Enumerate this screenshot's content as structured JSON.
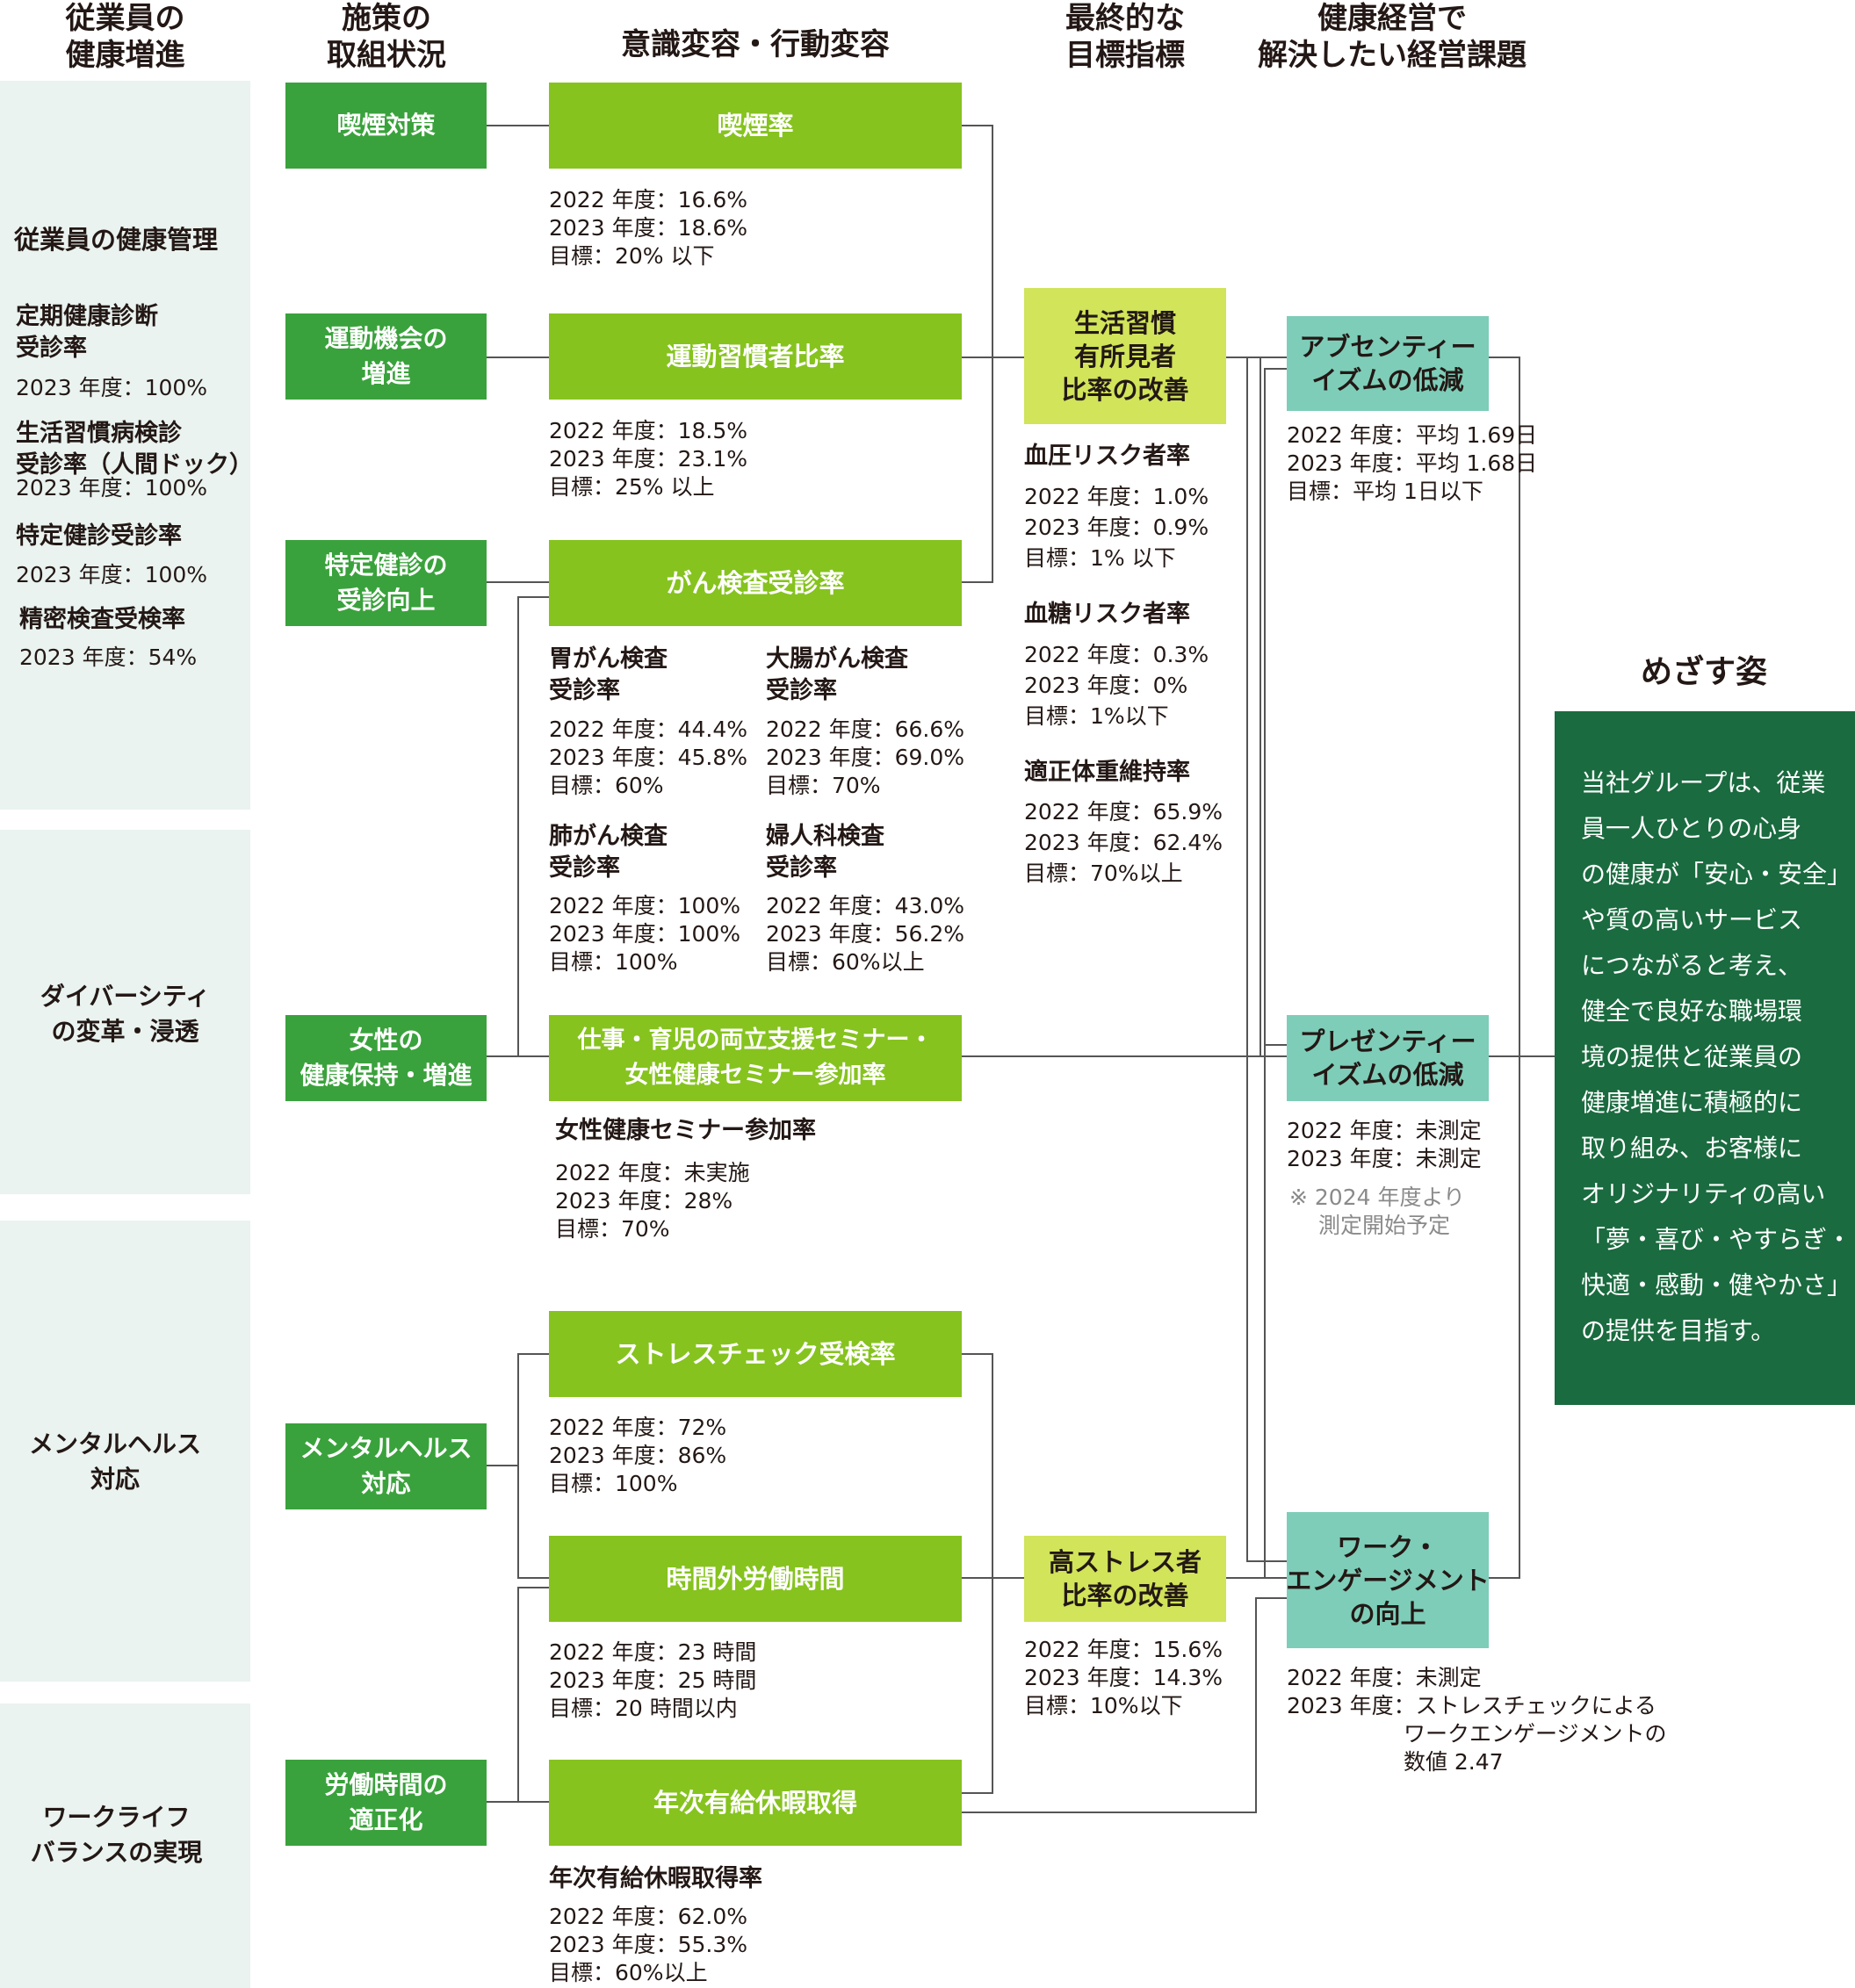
{
  "headers": {
    "employee": "従業員の\n健康増進",
    "measures": "施策の\n取組状況",
    "awareness": "意識変容・行動変容",
    "final": "最終的な\n目標指標",
    "issues": "健康経営で\n解決したい経営課題"
  },
  "left": {
    "band1": {
      "title": "従業員の健康管理",
      "items": [
        {
          "label": "定期健康診断\n受診率",
          "value": "2023 年度：100%"
        },
        {
          "label": "生活習慣病検診\n受診率（人間ドック）",
          "value": "2023 年度：100%"
        },
        {
          "label": "特定健診受診率",
          "value": "2023 年度：100%"
        },
        {
          "label": "精密検査受検率",
          "value": "2023 年度：54%"
        }
      ]
    },
    "band2": "ダイバーシティ\nの変革・浸透",
    "band3": "メンタルヘルス\n対応",
    "band4": "ワークライフ\nバランスの実現"
  },
  "measures": {
    "smoking": "喫煙対策",
    "exercise": "運動機会の\n増進",
    "checkup": "特定健診の\n受診向上",
    "women": "女性の\n健康保持・増進",
    "mental": "メンタルヘルス\n対応",
    "worktime": "労働時間の\n適正化"
  },
  "awareness": {
    "smoking_rate": {
      "title": "喫煙率",
      "stats": "2022 年度：16.6%\n2023 年度：18.6%\n目標：20% 以下"
    },
    "exercise_rate": {
      "title": "運動習慣者比率",
      "stats": "2022 年度：18.5%\n2023 年度：23.1%\n目標：25% 以上"
    },
    "cancer": {
      "title": "がん検査受診率",
      "items": [
        {
          "label": "胃がん検査\n受診率",
          "stats": "2022 年度：44.4%\n2023 年度：45.8%\n目標：60%"
        },
        {
          "label": "大腸がん検査\n受診率",
          "stats": "2022 年度：66.6%\n2023 年度：69.0%\n目標：70%"
        },
        {
          "label": "肺がん検査\n受診率",
          "stats": "2022 年度：100%\n2023 年度：100%\n目標：100%"
        },
        {
          "label": "婦人科検査\n受診率",
          "stats": "2022 年度：43.0%\n2023 年度：56.2%\n目標：60%以上"
        }
      ]
    },
    "seminar": {
      "title": "仕事・育児の両立支援セミナー・\n女性健康セミナー参加率",
      "sub": "女性健康セミナー参加率",
      "stats": "2022 年度：未実施\n2023 年度：28%\n目標：70%"
    },
    "stress_check": {
      "title": "ストレスチェック受検率",
      "stats": "2022 年度：72%\n2023 年度：86%\n目標：100%"
    },
    "overtime": {
      "title": "時間外労働時間",
      "stats": "2022 年度：23 時間\n2023 年度：25 時間\n目標：20 時間以内"
    },
    "leave": {
      "title": "年次有給休暇取得",
      "sub": "年次有給休暇取得率",
      "stats": "2022 年度：62.0%\n2023 年度：55.3%\n目標：60%以上"
    }
  },
  "final": {
    "lifestyle": {
      "title": "生活習慣\n有所見者\n比率の改善",
      "items": [
        {
          "label": "血圧リスク者率",
          "stats": "2022 年度：1.0%\n2023 年度：0.9%\n目標：1% 以下"
        },
        {
          "label": "血糖リスク者率",
          "stats": "2022 年度：0.3%\n2023 年度：0%\n目標：1%以下"
        },
        {
          "label": "適正体重維持率",
          "stats": "2022 年度：65.9%\n2023 年度：62.4%\n目標：70%以上"
        }
      ]
    },
    "stress": {
      "title": "高ストレス者\n比率の改善",
      "stats": "2022 年度：15.6%\n2023 年度：14.3%\n目標：10%以下"
    }
  },
  "issues": {
    "absenteeism": {
      "title": "アブセンティー\nイズムの低減",
      "stats": "2022 年度：平均 1.69日\n2023 年度：平均 1.68日\n目標：平均 1日以下"
    },
    "presenteeism": {
      "title": "プレゼンティー\nイズムの低減",
      "stats": "2022 年度：未測定\n2023 年度：未測定",
      "note": "※ 2024 年度より\n　 測定開始予定"
    },
    "engagement": {
      "title": "ワーク・\nエンゲージメント\nの向上",
      "stats": "2022 年度：未測定\n2023 年度：ストレスチェックによる\n　　　　　 ワークエンゲージメントの\n　　　　　 数値 2.47"
    }
  },
  "vision": {
    "title": "めざす姿",
    "text": "当社グループは、従業\n員一人ひとりの心身\nの健康が「安心・安全」\nや質の高いサービス\nにつながると考え、\n健全で良好な職場環\n境の提供と従業員の\n健康増進に積極的に\n取り組み、お客様に\nオリジナリティの高い\n「夢・喜び・やすらぎ・\n快適・感動・健やかさ」\nの提供を目指す。"
  },
  "colors": {
    "band": "#eaf3f0",
    "measure_box": "#3aa23c",
    "awareness_box": "#86c31e",
    "final_box": "#d1e45a",
    "issue_box": "#7ecdb8",
    "vision_box": "#1a6b3f",
    "line": "#555555"
  }
}
